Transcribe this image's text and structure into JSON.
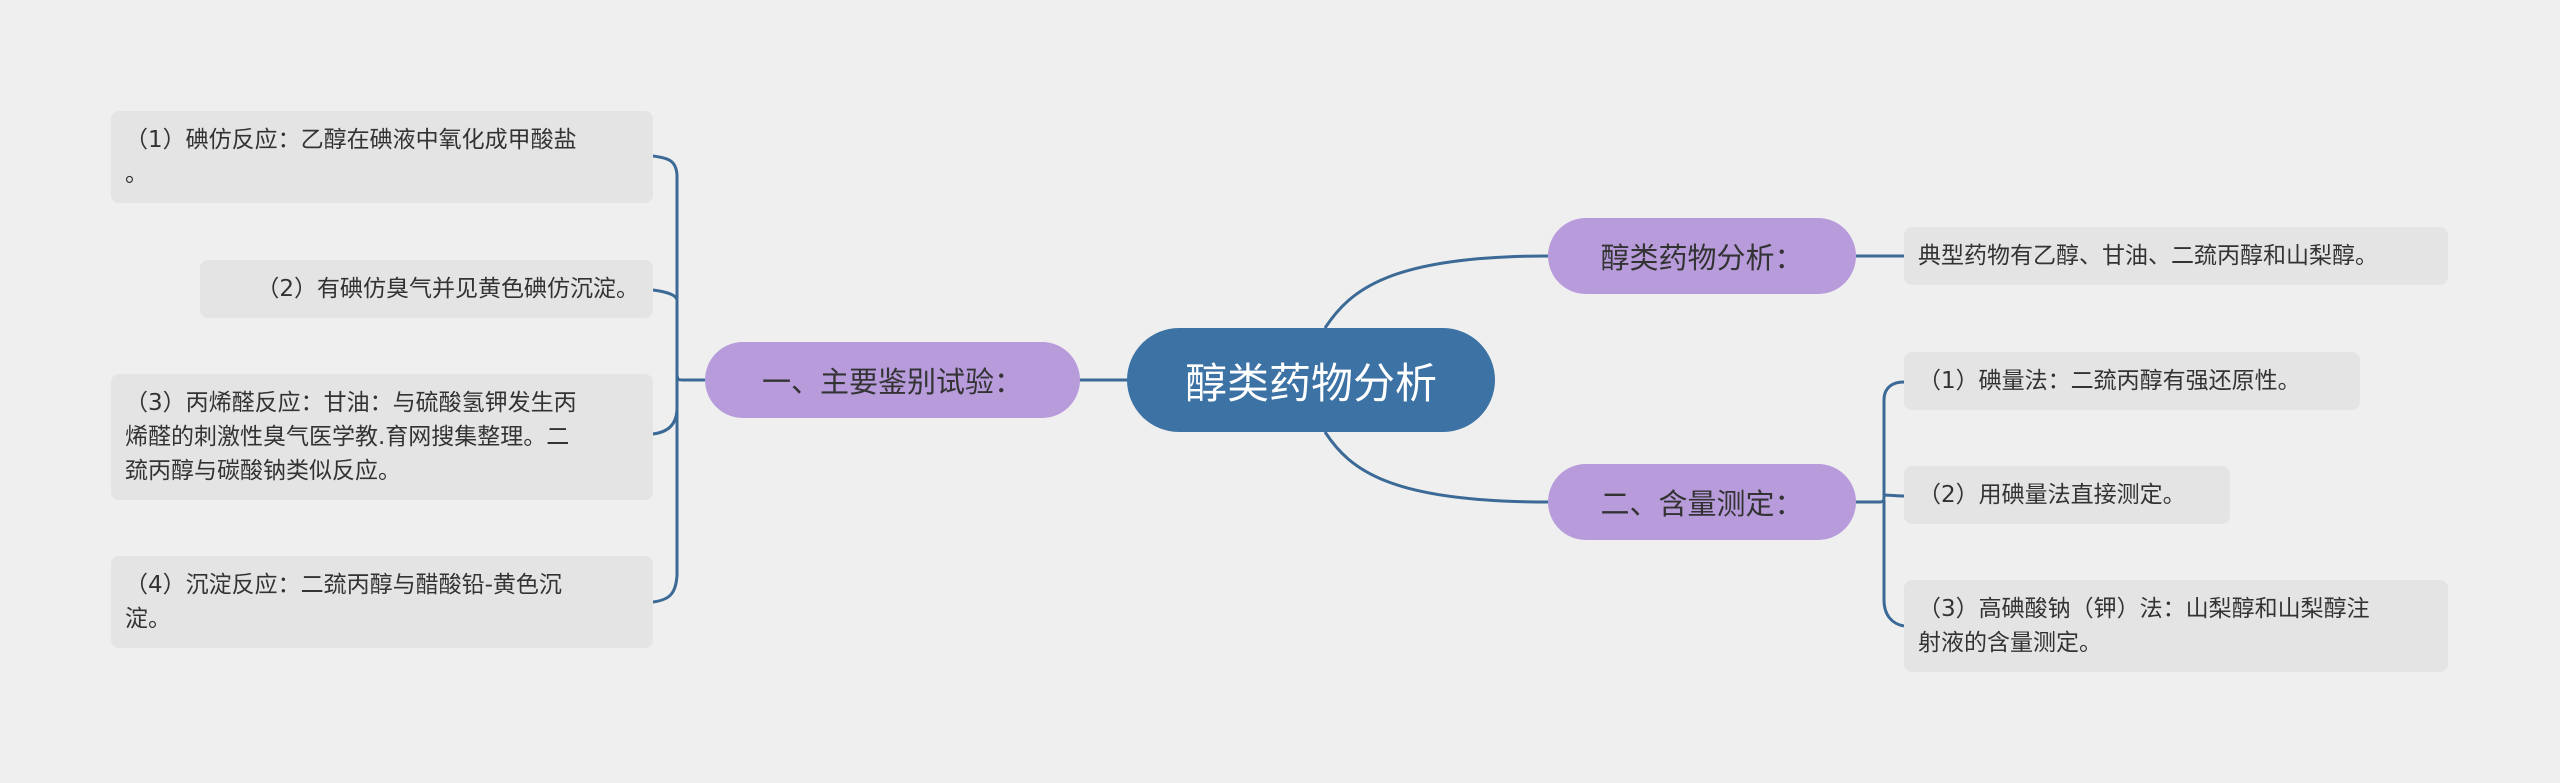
{
  "root": {
    "label": "醇类药物分析"
  },
  "branches": {
    "left": {
      "label": "一、主要鉴别试验：",
      "items": [
        "（1）碘仿反应：乙醇在碘液中氧化成甲酸盐\n。",
        "（2）有碘仿臭气并见黄色碘仿沉淀。",
        "（3）丙烯醛反应：甘油：与硫酸氢钾发生丙\n烯醛的刺激性臭气医学教.育网搜集整理。二\n巯丙醇与碳酸钠类似反应。",
        "（4）沉淀反应：二巯丙醇与醋酸铅-黄色沉\n淀。"
      ]
    },
    "right_top": {
      "label": "醇类药物分析：",
      "items": [
        "典型药物有乙醇、甘油、二巯丙醇和山梨醇。"
      ]
    },
    "right_bottom": {
      "label": "二、含量测定：",
      "items": [
        "（1）碘量法：二巯丙醇有强还原性。",
        "（2）用碘量法直接测定。",
        "（3）高碘酸钠（钾）法：山梨醇和山梨醇注\n射液的含量测定。"
      ]
    }
  },
  "colors": {
    "background": "#efefef",
    "root_fill": "#3c72a4",
    "branch_fill": "#b79bdb",
    "leaf_fill": "#e4e4e4",
    "connector": "#3c6a96"
  }
}
